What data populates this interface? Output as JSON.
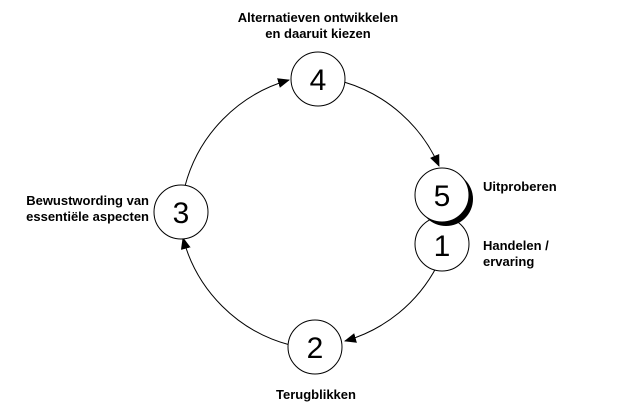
{
  "diagram": {
    "nodes": [
      {
        "id": "step-1",
        "number": "1"
      },
      {
        "id": "step-2",
        "number": "2"
      },
      {
        "id": "step-3",
        "number": "3"
      },
      {
        "id": "step-4",
        "number": "4"
      },
      {
        "id": "step-5",
        "number": "5"
      }
    ],
    "labels": {
      "step_4": [
        "Alternatieven ontwikkelen",
        "en daaruit kiezen"
      ],
      "step_5": [
        "Uitproberen"
      ],
      "step_1": [
        "Handelen /",
        "ervaring"
      ],
      "step_2": [
        "Terugblikken"
      ],
      "step_3": [
        "Bewustwording van",
        "essentiële aspecten"
      ]
    },
    "edges": [
      {
        "from": "step-4",
        "to": "step-5"
      },
      {
        "from": "step-1",
        "to": "step-2"
      },
      {
        "from": "step-2",
        "to": "step-3"
      },
      {
        "from": "step-3",
        "to": "step-4"
      }
    ],
    "colors": {
      "stroke": "#000000",
      "fill": "#ffffff",
      "text": "#000000"
    }
  }
}
